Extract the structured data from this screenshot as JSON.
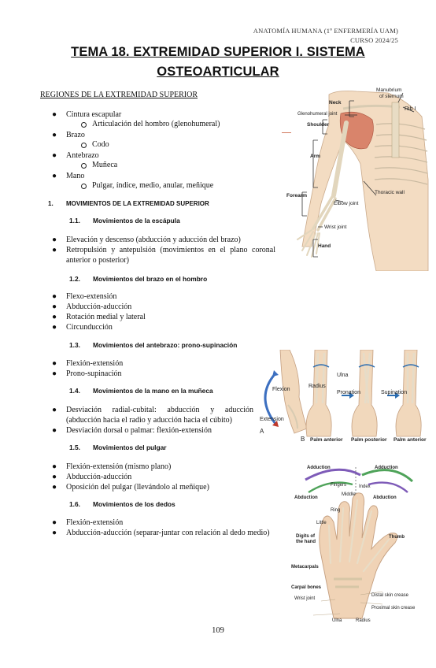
{
  "header": {
    "line1": "ANATOMÍA HUMANA (1º ENFERMERÍA UAM)",
    "line2": "CURSO 2024/25"
  },
  "title": {
    "line1": "TEMA 18. EXTREMIDAD SUPERIOR I. SISTEMA",
    "line2": "OSTEOARTICULAR"
  },
  "regions": {
    "heading": "REGIONES DE LA EXTREMIDAD SUPERIOR",
    "items": [
      {
        "label": "Cintura escapular",
        "subs": [
          "Articulación del hombro (glenohumeral)"
        ]
      },
      {
        "label": "Brazo",
        "subs": [
          "Codo"
        ]
      },
      {
        "label": "Antebrazo",
        "subs": [
          "Muñeca"
        ]
      },
      {
        "label": "Mano",
        "subs": [
          "Pulgar, índice, medio, anular, meñique"
        ]
      }
    ]
  },
  "section1": {
    "number": "1.",
    "title": "MOVIMIENTOS DE LA EXTREMIDAD SUPERIOR"
  },
  "subsections": [
    {
      "number": "1.1.",
      "title": "Movimientos de la escápula",
      "items": [
        "Elevación y descenso (abducción y aducción del brazo)",
        "Retropulsión y antepulsión (movimientos en el plano coronal anterior o posterior)"
      ]
    },
    {
      "number": "1.2.",
      "title": "Movimientos del brazo en el hombro",
      "items": [
        "Flexo-extensión",
        "Abducción-aducción",
        "Rotación medial y lateral",
        "Circunducción"
      ]
    },
    {
      "number": "1.3.",
      "title": "Movimientos del antebrazo: prono-supinación",
      "items": [
        "Flexión-extensión",
        "Prono-supinación"
      ]
    },
    {
      "number": "1.4.",
      "title": "Movimientos de la mano en la muñeca",
      "items": [
        "Desviación radial-cubital: abducción y aducción (abducción hacia el radio y aducción hacia el cúbito)",
        "Desviación dorsal o palmar: flexión-extensión"
      ]
    },
    {
      "number": "1.5.",
      "title": "Movimientos del pulgar",
      "items": [
        "Flexión-extensión (mismo plano)",
        "Abducción-aducción",
        "Oposición del pulgar (llevándolo al meñique)"
      ]
    },
    {
      "number": "1.6.",
      "title": "Movimientos de los dedos",
      "items": [
        "Flexión-extensión",
        "Abducción-aducción (separar-juntar con relación al dedo medio)"
      ]
    }
  ],
  "figure1": {
    "labels": {
      "manubrium": "Manubrium",
      "of_sternum": "of sternum",
      "rib": "Rib I",
      "neck": "Neck",
      "glenohumeral": "Glenohumeral joint",
      "shoulder": "Shoulder",
      "arm": "Arm",
      "thoracic": "Thoracic wall",
      "forearm": "Forearm",
      "elbow": "Elbow joint",
      "wrist": "Wrist joint",
      "hand": "Hand"
    }
  },
  "figure2": {
    "labels": {
      "ulna": "Ulna",
      "radius": "Radius",
      "flexion": "Flexion",
      "extension": "Extension",
      "pronation": "Pronation",
      "supination": "Supination",
      "a": "A",
      "b": "B",
      "palm_anterior": "Palm anterior",
      "palm_posterior": "Palm posterior",
      "palm_anterior2": "Palm anterior"
    }
  },
  "figure3": {
    "labels": {
      "adduction_l": "Adduction",
      "adduction_r": "Adduction",
      "fingers": "Fingers",
      "abduction_l": "Abduction",
      "abduction_r": "Abduction",
      "index": "Index",
      "middle": "Middle",
      "ring": "Ring",
      "little": "Little",
      "thumb": "Thumb",
      "digits": "Digits of",
      "digits2": "the hand",
      "metacarpals": "Metacarpals",
      "carpal": "Carpal bones",
      "wrist": "Wrist joint",
      "ulna": "Ulna",
      "radius": "Radius",
      "distal": "Distal skin crease",
      "proximal": "Proximal skin crease"
    }
  },
  "page_number": "109"
}
